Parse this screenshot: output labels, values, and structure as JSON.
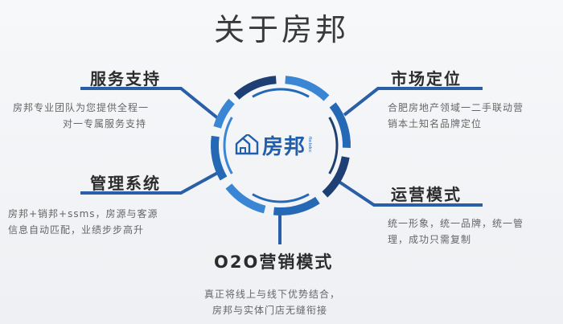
{
  "title": "关于房邦",
  "logo": {
    "text": "房邦",
    "sub": "fbcbdcc"
  },
  "nodes": [
    {
      "heading": "服务支持",
      "lines": [
        "房邦专业团队为您提供全程一",
        "对一专属服务支持"
      ]
    },
    {
      "heading": "市场定位",
      "lines": [
        "合肥房地产领域一二手联动营",
        "销本土知名品牌定位"
      ]
    },
    {
      "heading": "管理系统",
      "lines": [
        "房邦+销邦+ssms，房源与客源",
        "信息自动匹配，业绩步步高升"
      ]
    },
    {
      "heading": "运营模式",
      "lines": [
        "统一形象，统一品牌，统一管",
        "理，成功只需复制"
      ]
    },
    {
      "heading": "O2O营销模式",
      "lines": [
        "真正将线上与线下优势结合，",
        "房邦与实体门店无缝衔接"
      ]
    }
  ],
  "colors": {
    "dark_blue": "#1d3f73",
    "mid_blue": "#2568b5",
    "light_blue": "#3a86d4",
    "line_blue": "#2a5ea6"
  }
}
